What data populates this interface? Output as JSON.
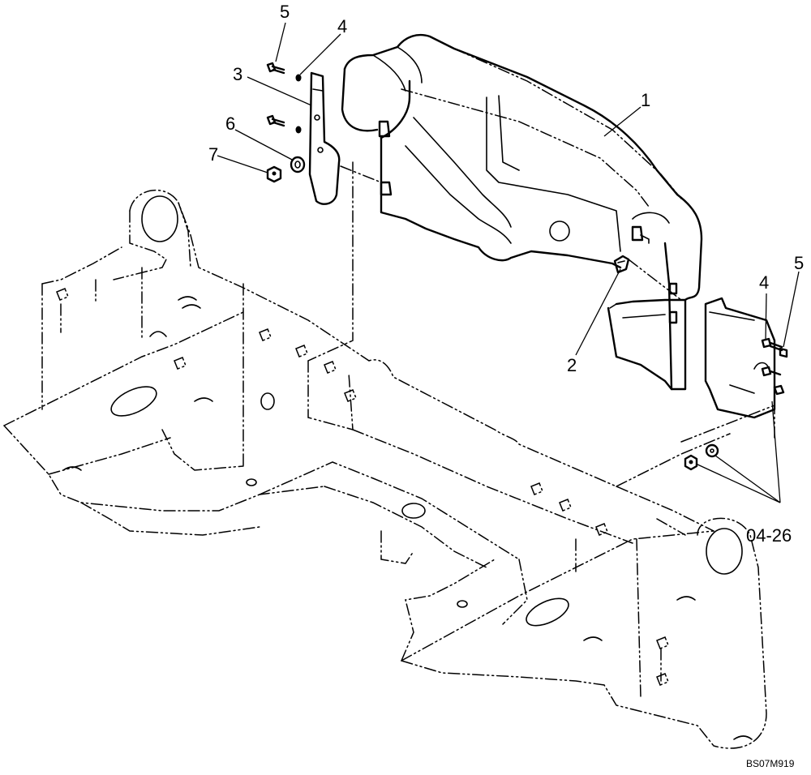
{
  "callouts": {
    "c1": "1",
    "c2": "2",
    "c3": "3",
    "c4_left": "4",
    "c4_right": "4",
    "c5_left": "5",
    "c5_right": "5",
    "c6": "6",
    "c7": "7",
    "ref": "04-26"
  },
  "figure_id": "BS07M919"
}
